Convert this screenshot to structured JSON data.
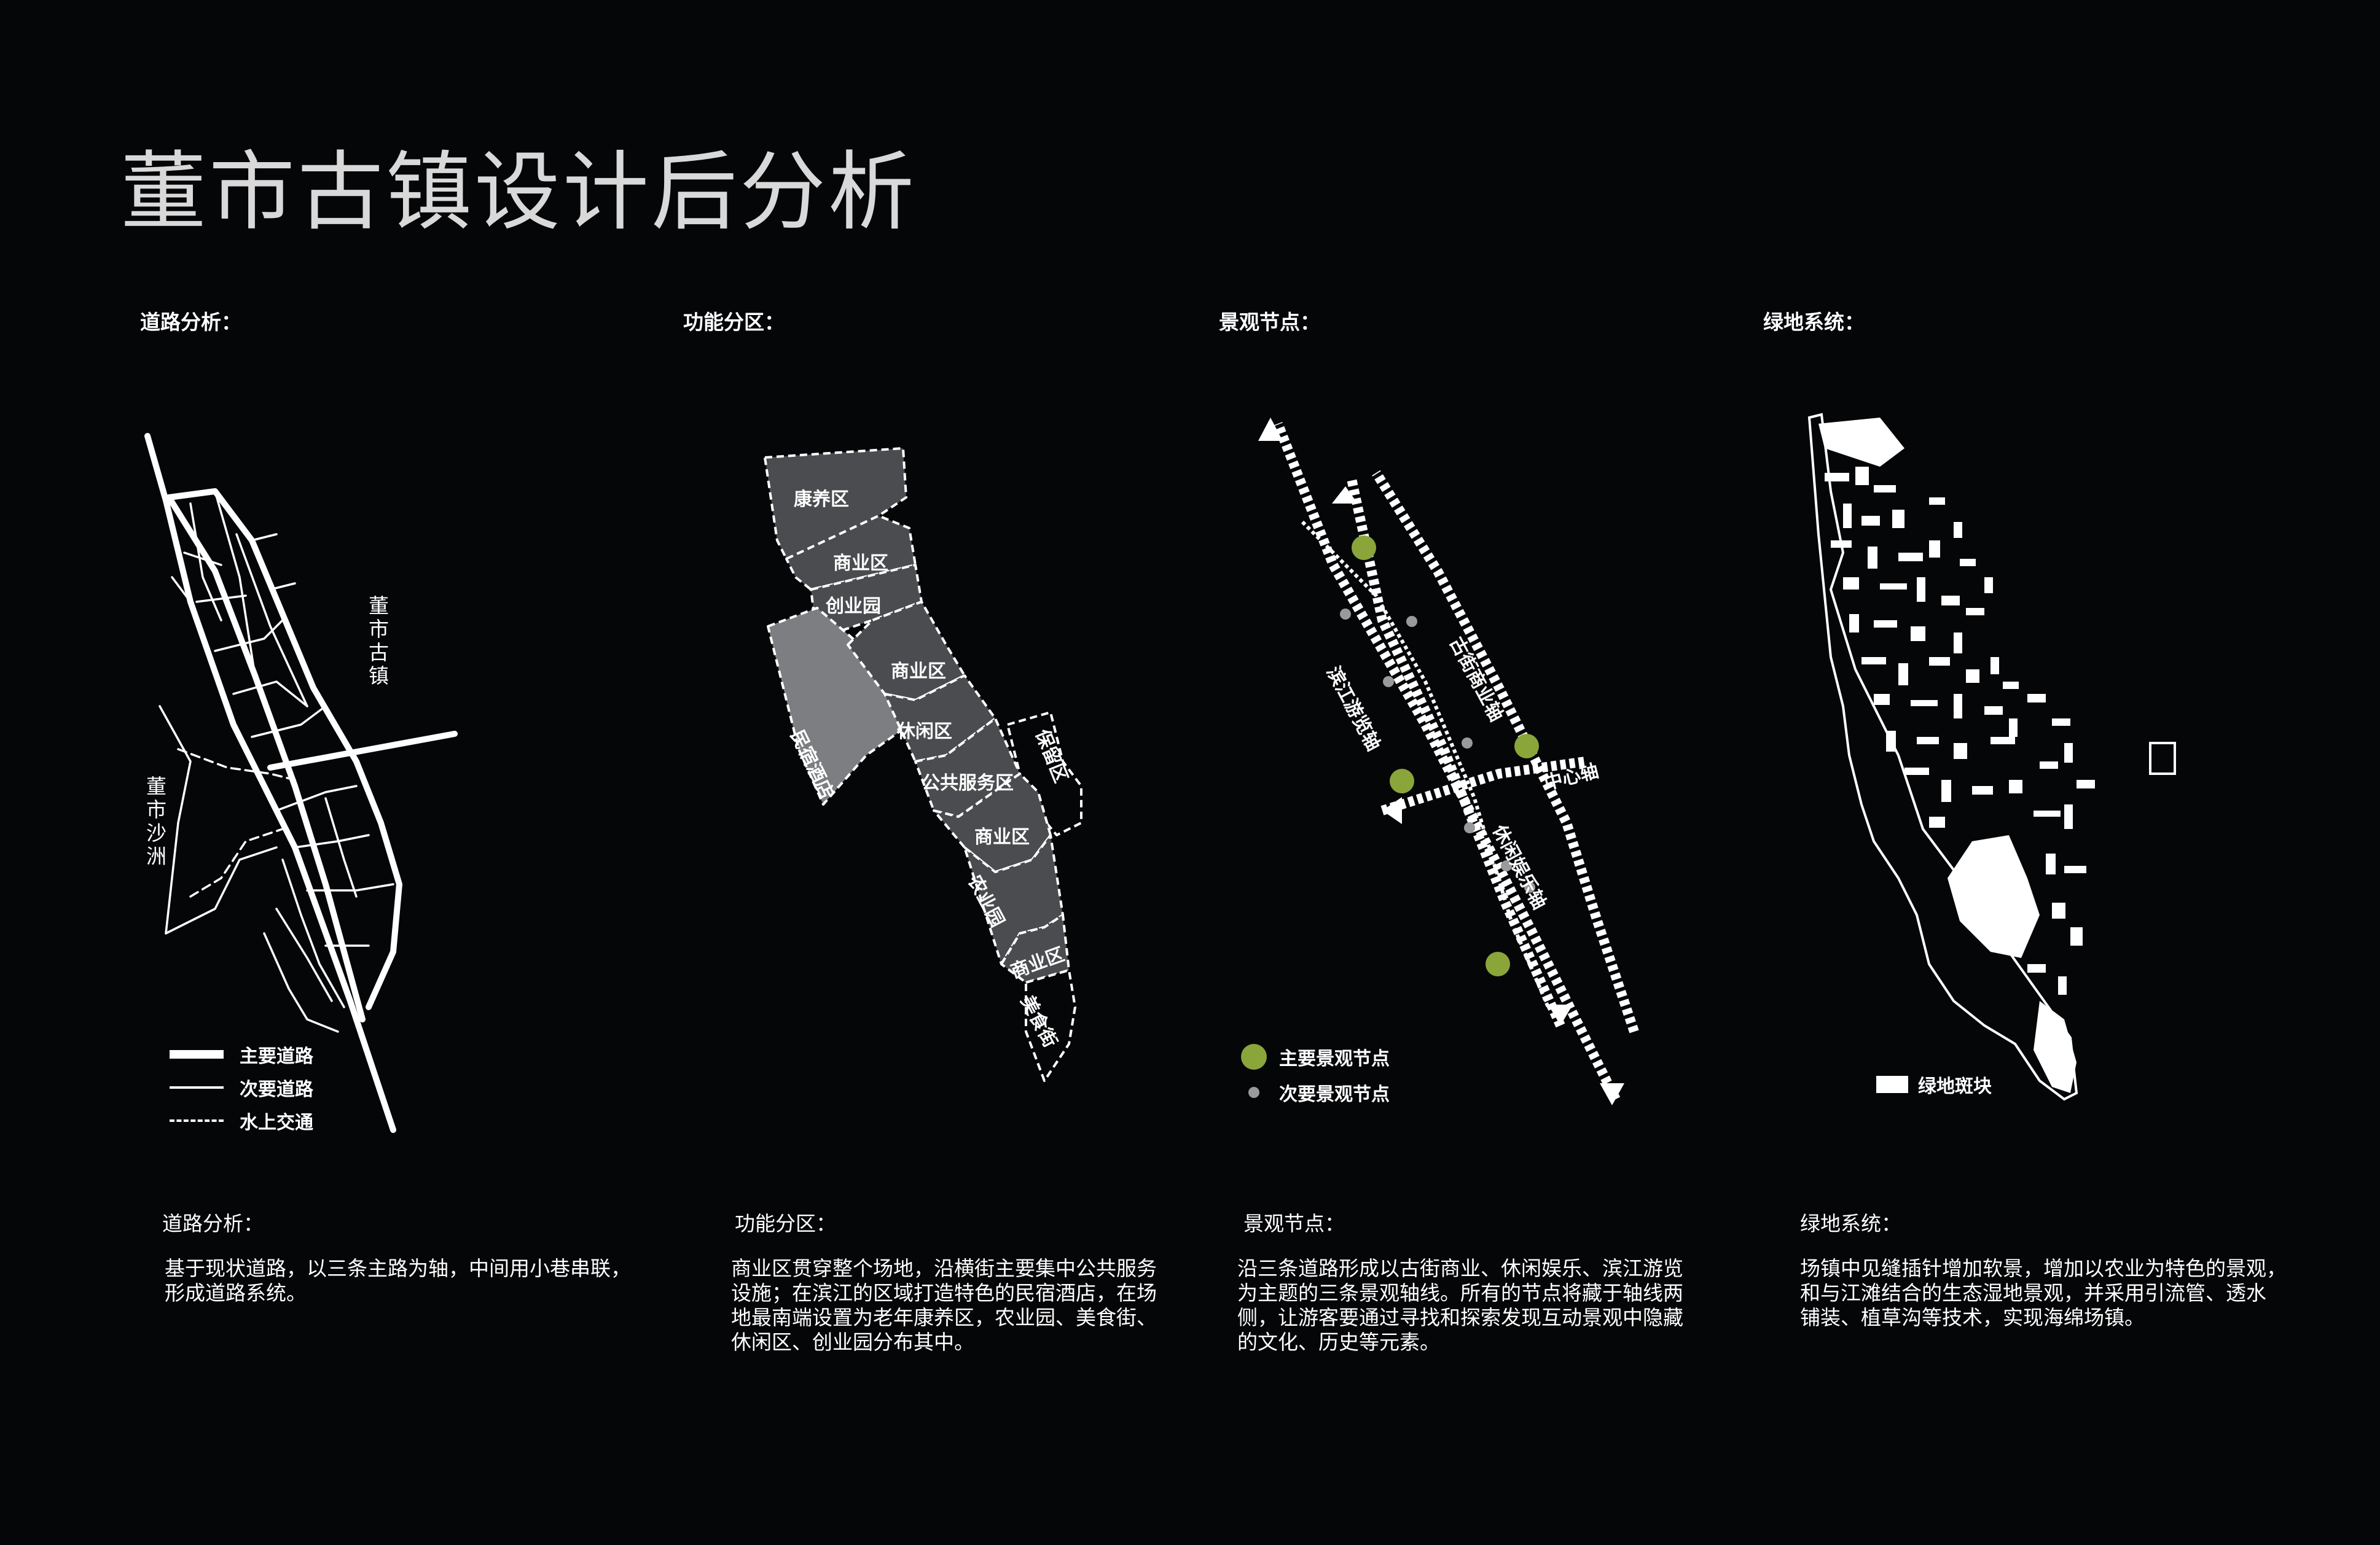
{
  "title": "董市古镇设计后分析",
  "colors": {
    "background": "#050608",
    "zone_fill": "#4b4c4f",
    "hotel_fill": "#7d7e81",
    "primary_node": "#8aa53a",
    "secondary_node": "#9a9a9a"
  },
  "sections": {
    "road": {
      "heading": "道路分析：",
      "map_labels": {
        "dongshi_town": "董市古镇",
        "dongshi_shazhou": "董市沙洲"
      },
      "legend": [
        {
          "icon": "thick-line",
          "label": "主要道路"
        },
        {
          "icon": "thin-line",
          "label": "次要道路"
        },
        {
          "icon": "dashed-line",
          "label": "水上交通"
        }
      ],
      "desc_heading": "道路分析：",
      "desc_body": "基于现状道路，以三条主路为轴，中间用小巷串联，\n形成道路系统。"
    },
    "function": {
      "heading": "功能分区：",
      "zones": {
        "kangyang": "康养区",
        "shangye1": "商业区",
        "chuangye": "创业园",
        "shangye2": "商业区",
        "minsu": "民宿酒店",
        "xiuxian": "休闲区",
        "gonggong": "公共服务区",
        "baoliu": "保留区",
        "shangye3": "商业区",
        "nongye": "农业园",
        "shangye4": "商业区",
        "meishi": "美食街"
      },
      "desc_heading": "功能分区：",
      "desc_body": "商业区贯穿整个场地，沿横街主要集中公共服务\n设施；在滨江的区域打造特色的民宿酒店，在场\n地最南端设置为老年康养区，农业园、美食街、\n休闲区、创业园分布其中。"
    },
    "landscape": {
      "heading": "景观节点：",
      "axes": {
        "gujie": "古街商业轴",
        "binjiang": "滨江游览轴",
        "zhongxin": "中心轴",
        "xiuxian": "休闲娱乐轴"
      },
      "legend": [
        {
          "icon": "primary-node",
          "label": "主要景观节点"
        },
        {
          "icon": "secondary-node",
          "label": "次要景观节点"
        }
      ],
      "desc_heading": "景观节点：",
      "desc_body": "沿三条道路形成以古街商业、休闲娱乐、滨江游览\n为主题的三条景观轴线。所有的节点将藏于轴线两\n侧，让游客要通过寻找和探索发现互动景观中隐藏\n的文化、历史等元素。"
    },
    "green": {
      "heading": "绿地系统：",
      "legend": [
        {
          "icon": "green-patch",
          "label": "绿地斑块"
        }
      ],
      "desc_heading": "绿地系统：",
      "desc_body": "场镇中见缝插针增加软景，增加以农业为特色的景观，\n和与江滩结合的生态湿地景观，并采用引流管、透水\n铺装、植草沟等技术，实现海绵场镇。"
    }
  }
}
